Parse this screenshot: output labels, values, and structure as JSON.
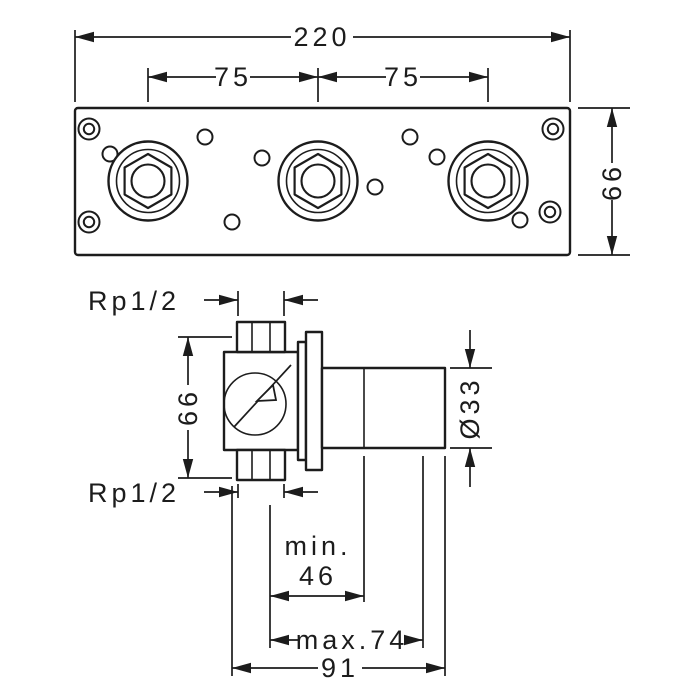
{
  "drawing": {
    "kind": "technical-dimension-drawing",
    "views": {
      "top": {
        "dim_total_width": "220",
        "dim_pitch_left": "75",
        "dim_pitch_right": "75",
        "dim_height": "66"
      },
      "side": {
        "label_thread_top": "Rp1/2",
        "label_thread_bottom": "Rp1/2",
        "dim_body_height": "66",
        "dim_spout_diameter": "Ø33",
        "dim_min_line1": "min.",
        "dim_min_line2": "46",
        "dim_max": "max.74",
        "dim_overall": "91"
      }
    },
    "colors": {
      "line": "#1c1c1c",
      "background": "#ffffff"
    }
  }
}
